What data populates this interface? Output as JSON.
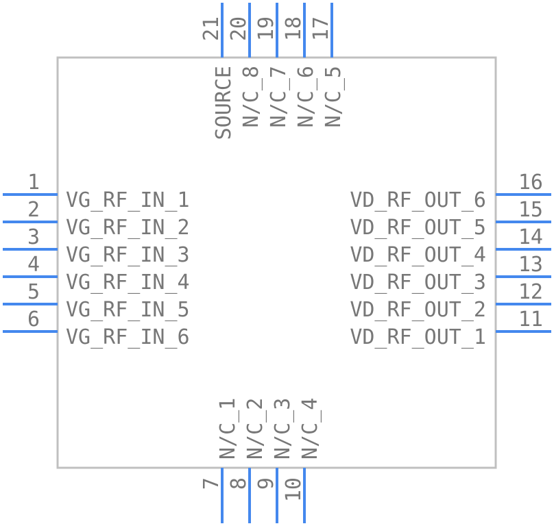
{
  "colors": {
    "body_outline": "#c0c0c0",
    "pin_line": "#4488ee",
    "text": "#777777"
  },
  "left_pins": [
    {
      "number": "1",
      "name": "VG_RF_IN_1"
    },
    {
      "number": "2",
      "name": "VG_RF_IN_2"
    },
    {
      "number": "3",
      "name": "VG_RF_IN_3"
    },
    {
      "number": "4",
      "name": "VG_RF_IN_4"
    },
    {
      "number": "5",
      "name": "VG_RF_IN_5"
    },
    {
      "number": "6",
      "name": "VG_RF_IN_6"
    }
  ],
  "right_pins": [
    {
      "number": "16",
      "name": "VD_RF_OUT_6"
    },
    {
      "number": "15",
      "name": "VD_RF_OUT_5"
    },
    {
      "number": "14",
      "name": "VD_RF_OUT_4"
    },
    {
      "number": "13",
      "name": "VD_RF_OUT_3"
    },
    {
      "number": "12",
      "name": "VD_RF_OUT_2"
    },
    {
      "number": "11",
      "name": "VD_RF_OUT_1"
    }
  ],
  "top_pins": [
    {
      "number": "21",
      "name": "SOURCE"
    },
    {
      "number": "20",
      "name": ""
    },
    {
      "number": "19",
      "name": "N/C_8"
    },
    {
      "number": "18",
      "name": "N/C_7"
    },
    {
      "number": "17",
      "name": "N/C_6"
    },
    {
      "number": "",
      "name": "N/C_5"
    }
  ],
  "bottom_pins": [
    {
      "number": "7",
      "name": "N/C_1"
    },
    {
      "number": "8",
      "name": "N/C_2"
    },
    {
      "number": "9",
      "name": "N/C_3"
    },
    {
      "number": "10",
      "name": "N/C_4"
    }
  ]
}
